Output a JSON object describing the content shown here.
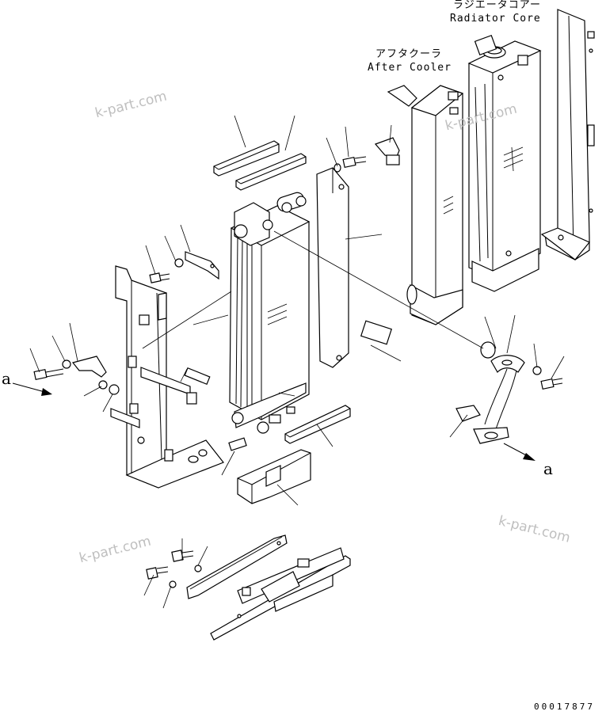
{
  "labels": {
    "radiator_core_jp": "ラジエータコアー",
    "radiator_core_en": "Radiator Core",
    "after_cooler_jp": "アフタクーラ",
    "after_cooler_en": "After Cooler"
  },
  "connectors": {
    "left": "a",
    "right": "a"
  },
  "watermark": "k-part.com",
  "drawing_number": "00017877",
  "icons": [
    "radiator-core",
    "after-cooler",
    "radiator-assembly",
    "bracket",
    "bolt",
    "washer",
    "pipe",
    "arrow"
  ]
}
